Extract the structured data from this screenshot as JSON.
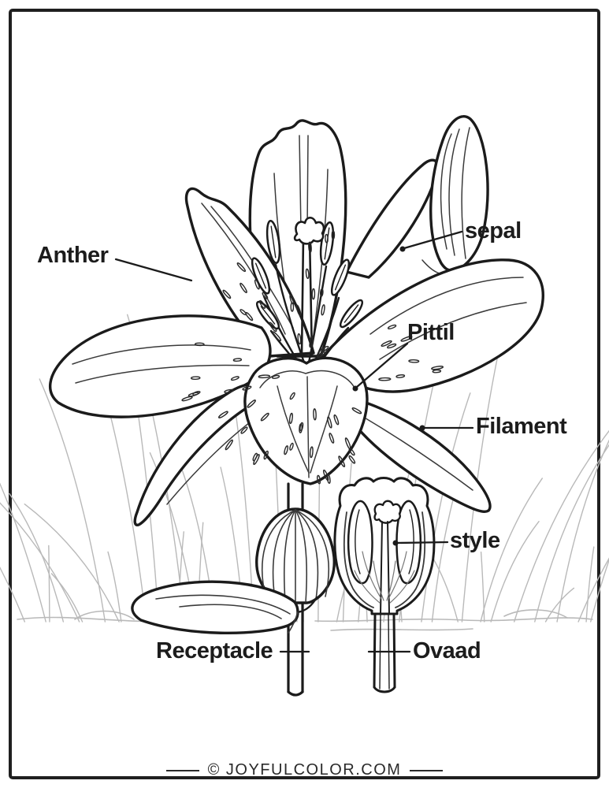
{
  "page": {
    "background": "#ffffff",
    "border_color": "#1f1f1f"
  },
  "labels": {
    "anther": "Anther",
    "sepal": "sepal",
    "pistil": "Pittil",
    "filament": "Filament",
    "style": "style",
    "receptacle": "Receptacle",
    "ovary": "Ovaad"
  },
  "footer": {
    "credit": "© JOYFULCOLOR.COM"
  },
  "illustration": {
    "name": "lily-flower-anatomy-line-art",
    "parts": [
      "flower",
      "bud",
      "stamens",
      "pistil",
      "ovary-pod",
      "stem",
      "leaf",
      "pistil-cross-section",
      "grass"
    ],
    "ink": "#1b1b1b",
    "grass_color": "#b9b9b9"
  }
}
